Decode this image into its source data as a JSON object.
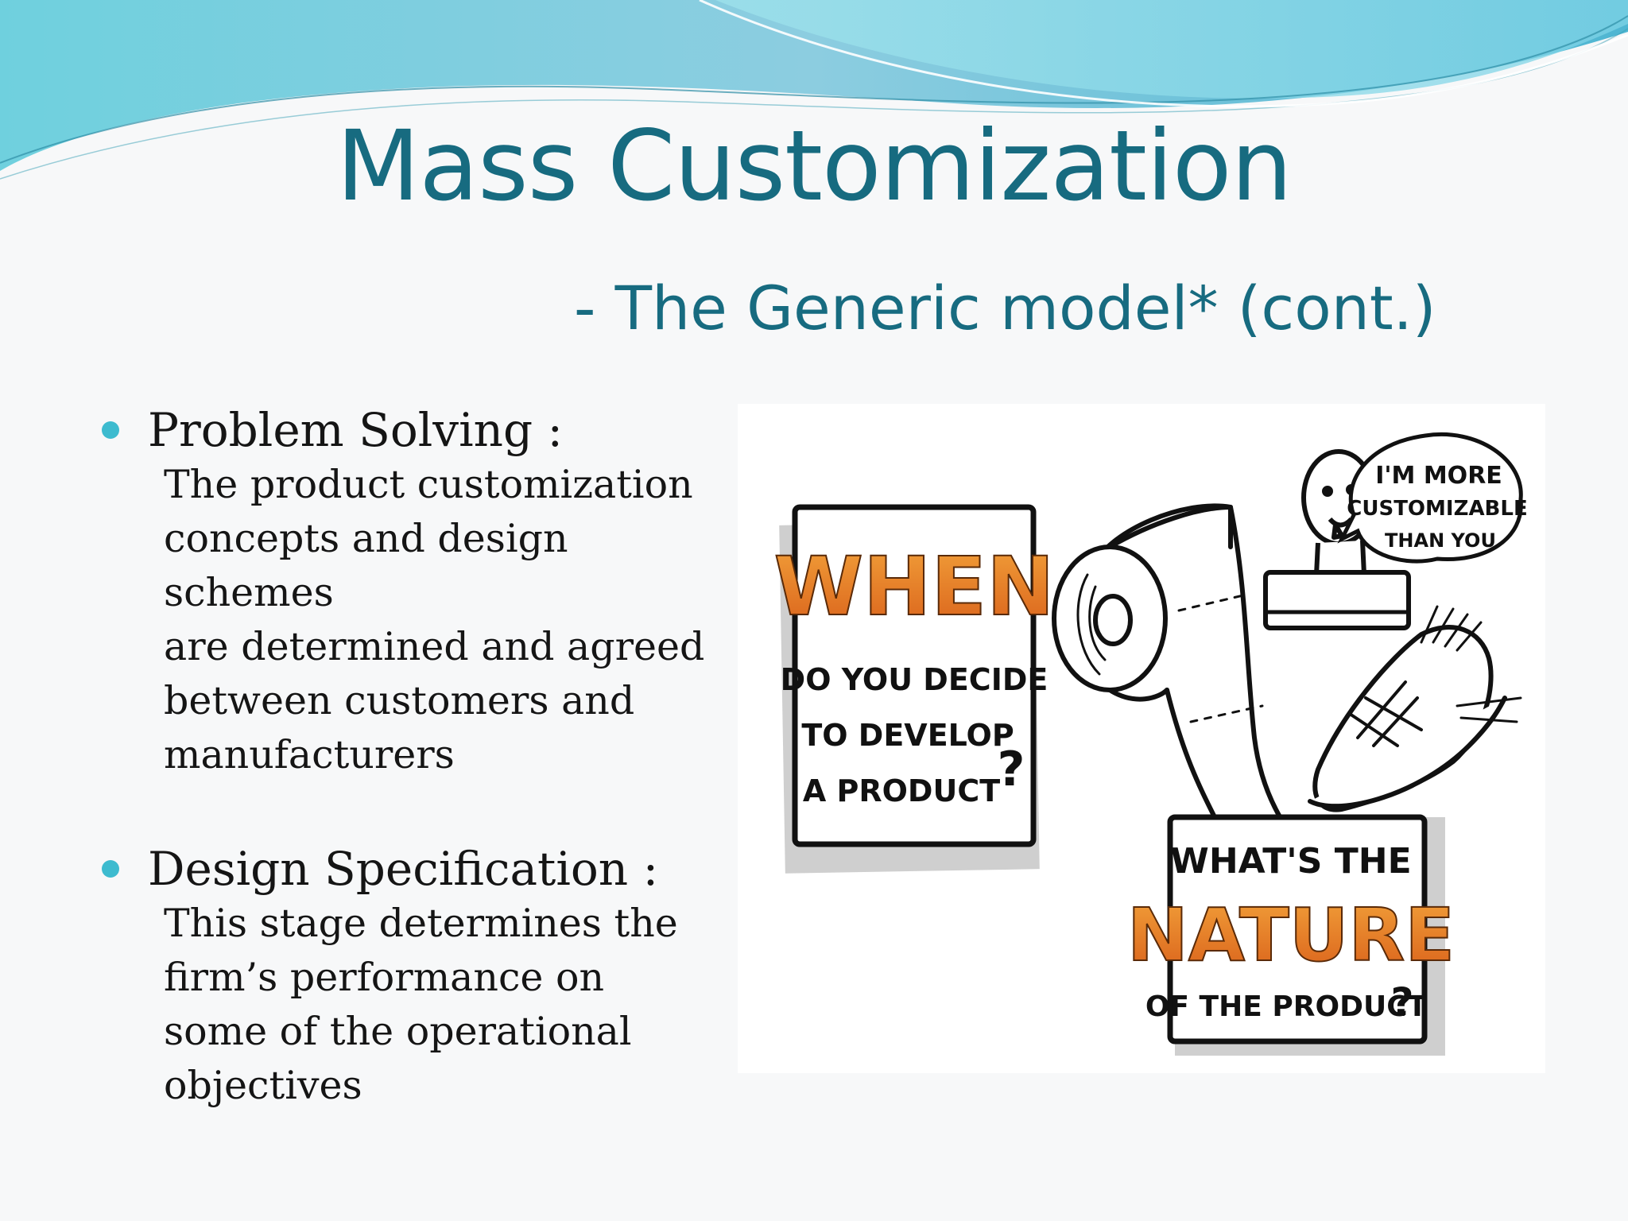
{
  "slide": {
    "title": "Mass Customization",
    "subtitle": "- The Generic model* (cont.)"
  },
  "colors": {
    "accent": "#176b80",
    "bullet": "#3dbbcf",
    "orange": "#e6781e"
  },
  "bullets": [
    {
      "heading": "Problem Solving :",
      "lines": [
        "The product customization",
        "concepts and design schemes",
        "are determined and agreed",
        "between customers and",
        "manufacturers"
      ]
    },
    {
      "heading": "Design Specification :",
      "lines": [
        "This stage determines the",
        "firm’s performance on",
        "some of the operational",
        "objectives"
      ]
    }
  ],
  "illustration": {
    "left_sign": {
      "big": "WHEN",
      "line1": "DO YOU DECIDE",
      "line2": "TO DEVELOP",
      "line3": "A PRODUCT",
      "mark": "?"
    },
    "speech": {
      "line1": "I'M MORE",
      "line2": "CUSTOMIZABLE",
      "line3": "THAN YOU"
    },
    "right_sign": {
      "line1": "WHAT'S THE",
      "big": "NATURE",
      "line3": "OF THE PRODUCT",
      "mark": "?"
    }
  }
}
